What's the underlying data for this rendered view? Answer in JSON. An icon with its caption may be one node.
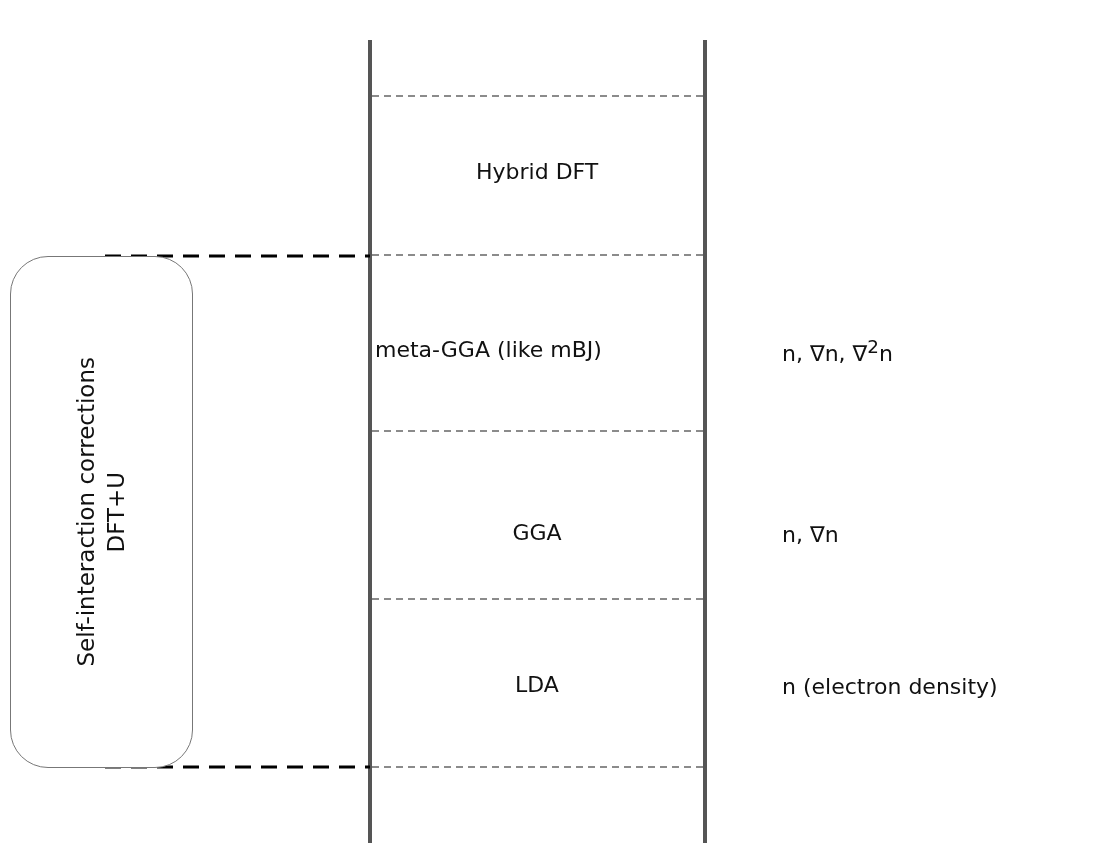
{
  "diagram": {
    "nodes": [
      {
        "text": [
          "Self-interaction corrections",
          "DFT+U"
        ]
      }
    ],
    "labels": [
      "Hybrid DFT",
      "meta-GGA (like mBJ)",
      "n, ∇n, ∇$^{2}$n",
      "GGA",
      "n, ∇n",
      "LDA",
      "n (electron density)"
    ]
  }
}
